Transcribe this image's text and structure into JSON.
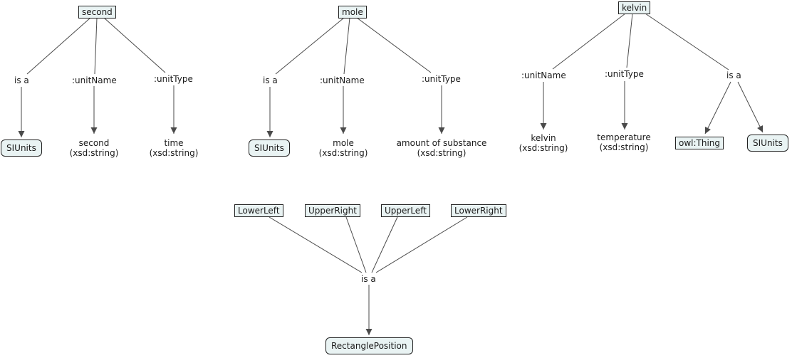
{
  "groups": [
    {
      "root": "second",
      "edges": [
        {
          "label": "is a",
          "target": "SIUnits",
          "target_kind": "class"
        },
        {
          "label": ":unitName",
          "target": "second",
          "target_type": "(xsd:string)",
          "target_kind": "literal"
        },
        {
          "label": ":unitType",
          "target": "time",
          "target_type": "(xsd:string)",
          "target_kind": "literal"
        }
      ]
    },
    {
      "root": "mole",
      "edges": [
        {
          "label": "is a",
          "target": "SIUnits",
          "target_kind": "class"
        },
        {
          "label": ":unitName",
          "target": "mole",
          "target_type": "(xsd:string)",
          "target_kind": "literal"
        },
        {
          "label": ":unitType",
          "target": "amount of substance",
          "target_type": "(xsd:string)",
          "target_kind": "literal"
        }
      ]
    },
    {
      "root": "kelvin",
      "edges": [
        {
          "label": ":unitName",
          "target": "kelvin",
          "target_type": "(xsd:string)",
          "target_kind": "literal"
        },
        {
          "label": ":unitType",
          "target": "temperature",
          "target_type": "(xsd:string)",
          "target_kind": "literal"
        },
        {
          "label": "is a",
          "targets": [
            "owl:Thing",
            "SIUnits"
          ],
          "target_kind": "class"
        }
      ]
    },
    {
      "roots": [
        "LowerLeft",
        "UpperRight",
        "UpperLeft",
        "LowerRight"
      ],
      "label": "is a",
      "target": "RectanglePosition",
      "target_kind": "class"
    }
  ],
  "colors": {
    "node_fill": "#e9f3f3",
    "border": "#222222",
    "line": "#4a4a4a"
  }
}
